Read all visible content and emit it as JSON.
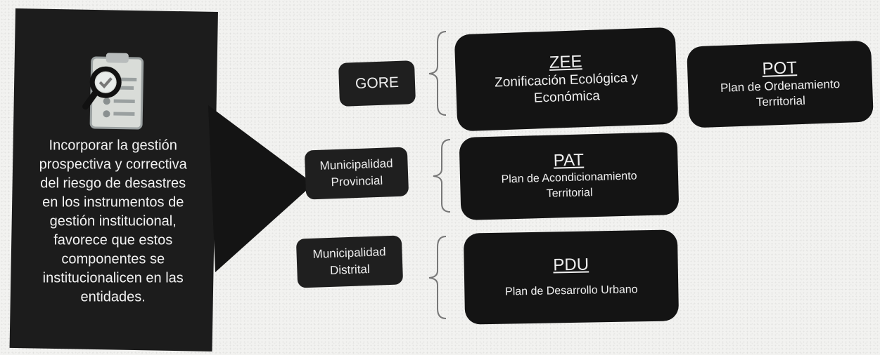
{
  "main_message": "Incorporar la gestión prospectiva y correctiva del riesgo de desastres en los instrumentos de gestión institucional, favorece que estos componentes se institucionalicen en las entidades.",
  "rows": [
    {
      "entity": "GORE",
      "instruments": [
        {
          "acronym": "ZEE",
          "name": "Zonificación Ecológica y Económica"
        },
        {
          "acronym": "POT",
          "name": "Plan de Ordenamiento Territorial"
        }
      ]
    },
    {
      "entity": "Municipalidad Provincial",
      "instruments": [
        {
          "acronym": "PAT",
          "name": "Plan de Acondicionamiento Territorial"
        }
      ]
    },
    {
      "entity": "Municipalidad Distrital",
      "instruments": [
        {
          "acronym": "PDU",
          "name": "Plan de Desarrollo Urbano"
        }
      ]
    }
  ],
  "icons": {
    "clipboard": "clipboard-magnifier-icon",
    "arrow": "right-arrow-icon"
  },
  "colors": {
    "box_fill": "#141414",
    "text": "#f0f0f0",
    "background": "#f2f2f0"
  }
}
